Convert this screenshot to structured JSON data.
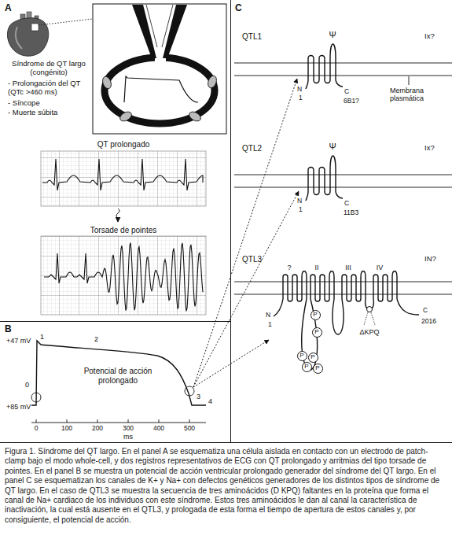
{
  "diagram": {
    "caption": "Figura 1. Síndrome del QT largo. En el panel A se esquematiza una célula aislada en contacto con un electrodo de patch-clamp bajo el modo whole-cell, y dos registros representativos de ECG con QT prolongado y arritmias del tipo torsade de pointes. En el panel B se muestra un potencial de acción ventricular prolongado generador del síndrome del QT largo. En el panel C se esquematizan los canales de K+ y Na+ con defectos genéticos generadores de los distintos tipos de síndrome de QT largo. En el caso de QTL3 se muestra la secuencia de tres aminoácidos (D KPQ) faltantes en la proteína que forma el canal de Na+ cardiaco de los individuos con este síndrome. Estos tres aminoácidos le dan al canal la característica de inactivación, la cual está ausente en el QTL3, y prologada de esta forma el tiempo de apertura de estos canales y, por consiguiente, el potencial de acción.",
    "nodes": [
      {
        "text": [
          "A"
        ]
      },
      {
        "text": [
          "B"
        ]
      },
      {
        "text": [
          "C"
        ]
      },
      {
        "text": [
          "P"
        ],
        "in": 2
      },
      {
        "text": [
          "P"
        ],
        "in": 2
      },
      {
        "text": [
          "P"
        ],
        "in": 2
      },
      {
        "text": [
          "P"
        ],
        "in": 2
      },
      {
        "text": [
          "P"
        ],
        "in": 2
      },
      {
        "text": [
          "P"
        ],
        "in": 2
      }
    ],
    "labels": [
      "Síndrome de QT largo (congénito)",
      "- Prolongación del QT (QTc >460 ms)",
      "- Síncope",
      "- Muerte súbita",
      "QT prolongado",
      "Torsade de pointes",
      "+47 mV",
      "+85 mV",
      "1",
      "2",
      "0",
      "3",
      "4",
      "Potencial de acción prolongado",
      "0",
      "100",
      "200",
      "300",
      "400",
      "500",
      "ms",
      "QTL1",
      "Ix?",
      "Ψ",
      "N",
      "1",
      "C",
      "6B1?",
      "Membrana plasmática",
      "QTL2",
      "Ix?",
      "Ψ",
      "N",
      "1",
      "C",
      "11B3",
      "QTL3",
      "IN?",
      "?",
      "II",
      "III",
      "IV",
      "N",
      "1",
      "C",
      "2016",
      "ΔKPQ"
    ]
  }
}
